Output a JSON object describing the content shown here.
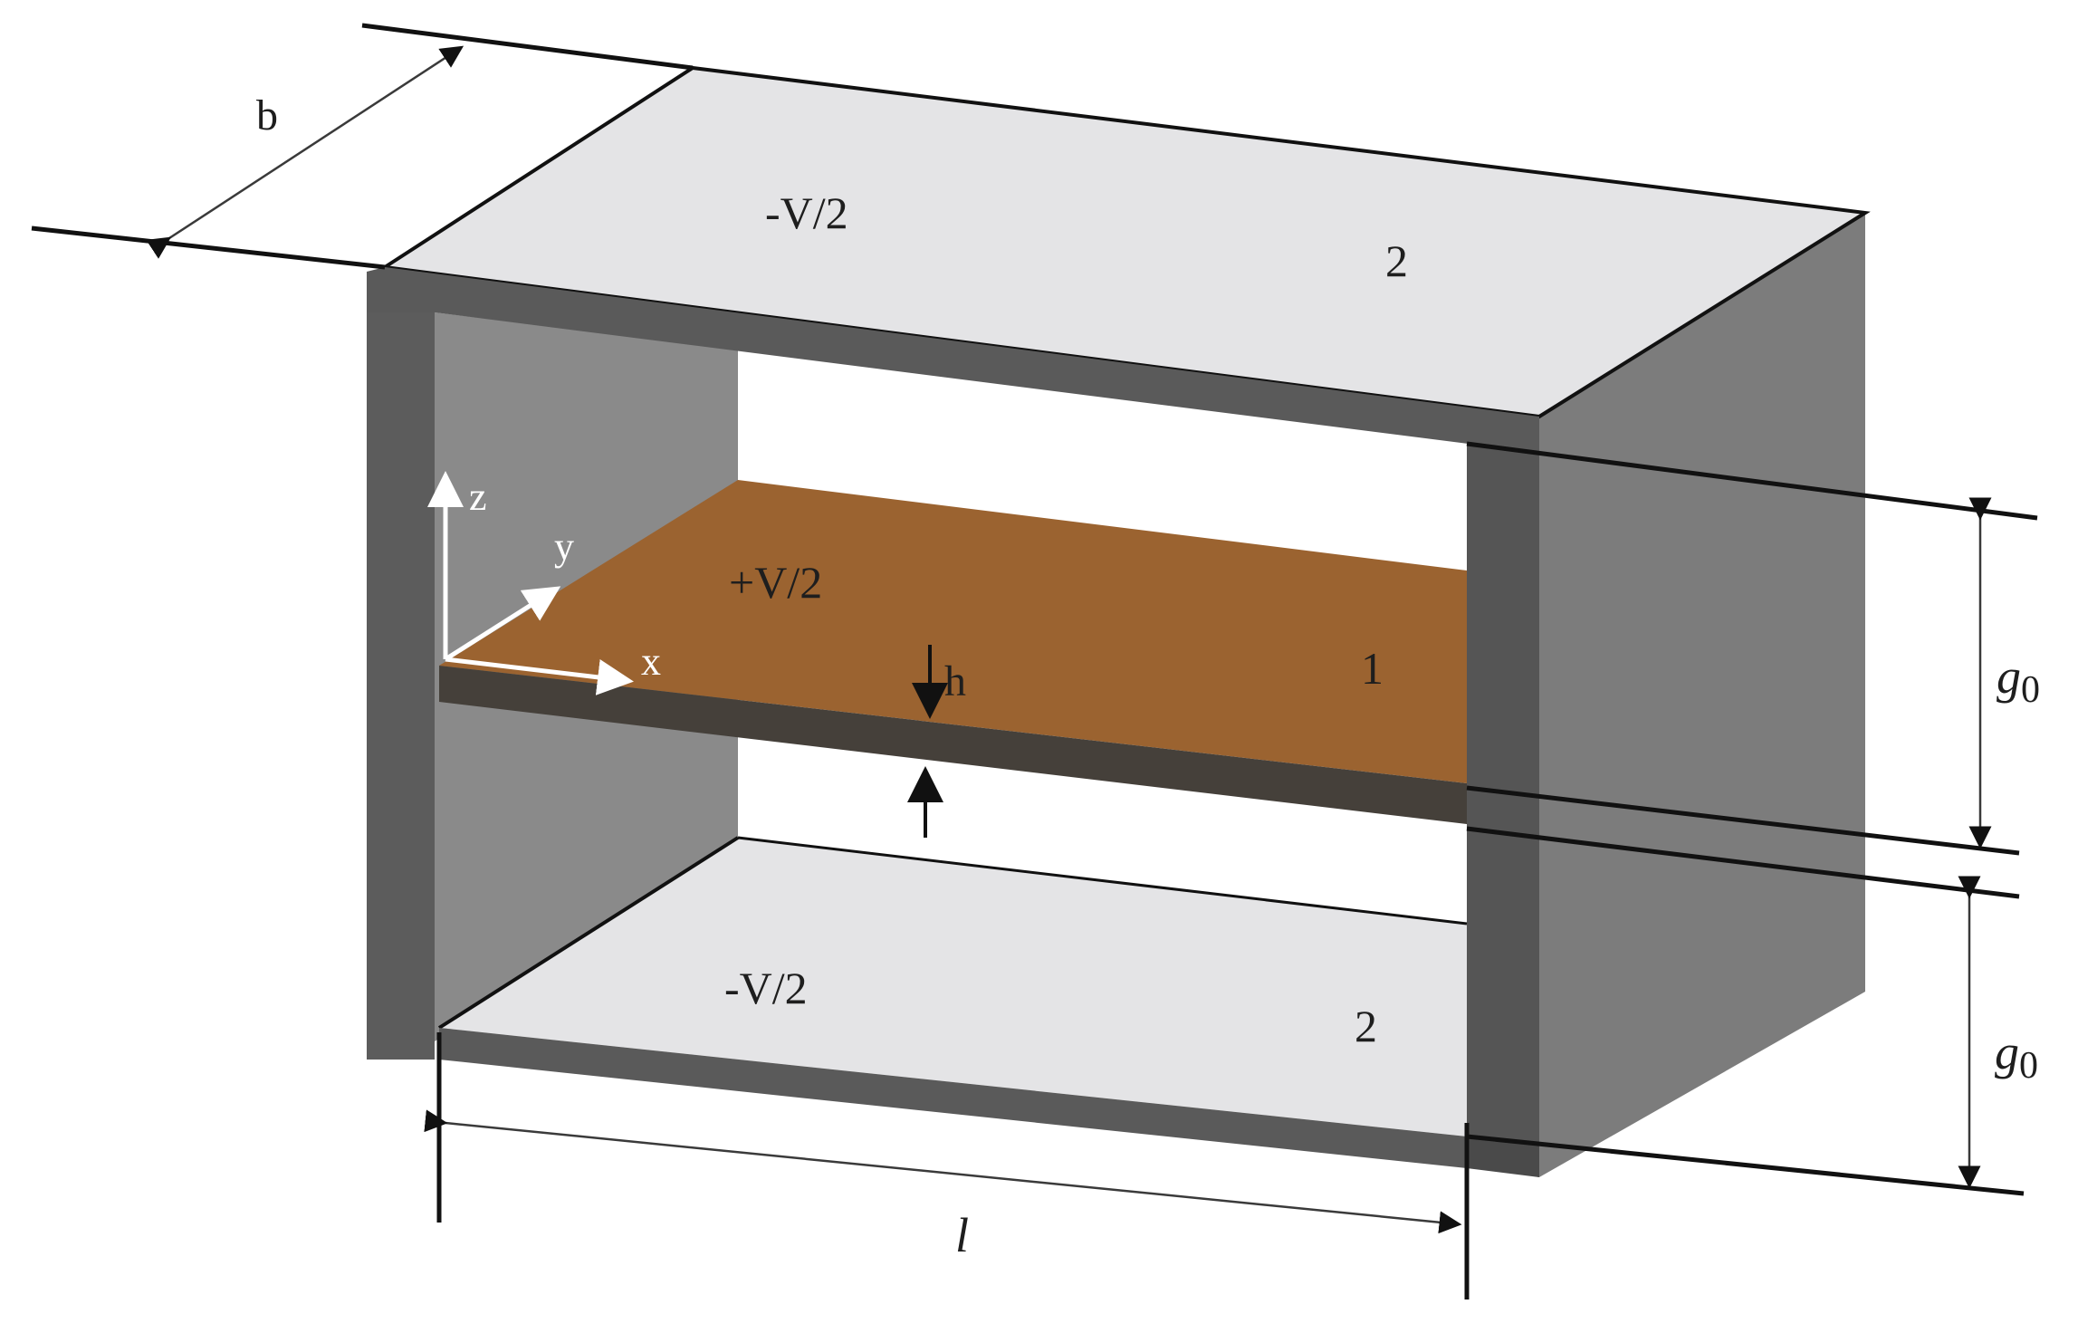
{
  "labels": {
    "top_electrode_voltage": "-V/2",
    "top_electrode_region": "2",
    "bottom_electrode_voltage": "-V/2",
    "bottom_electrode_region": "2",
    "plate_voltage": "+V/2",
    "plate_region": "1",
    "thickness": "h",
    "width": "b",
    "length": "l",
    "gap_upper_base": "g",
    "gap_upper_sub": "0",
    "gap_lower_base": "g",
    "gap_lower_sub": "0",
    "axis_x": "x",
    "axis_y": "y",
    "axis_z": "z"
  },
  "colors": {
    "electrode_face": "#e4e4e6",
    "wall_dark": "#5a5a5a",
    "wall_mid": "#7e7e7e",
    "wall_inner": "#8a8a8a",
    "plate_top": "#9b6330",
    "plate_edge": "#45403a",
    "line": "#111111",
    "dim_line": "#3a3a3a",
    "axis": "#ffffff"
  }
}
